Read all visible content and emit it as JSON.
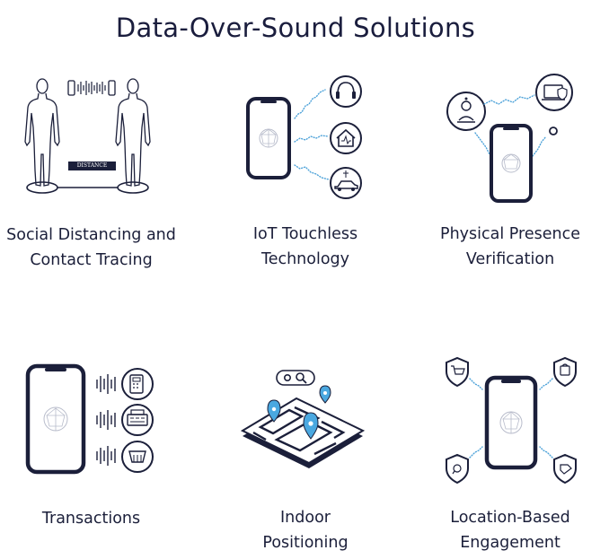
{
  "page_title": "Data-Over-Sound Solutions",
  "solutions": [
    {
      "line1": "Social Distancing and",
      "line2": "Contact Tracing",
      "badge": "DISTANCE"
    },
    {
      "line1": "IoT Touchless",
      "line2": "Technology"
    },
    {
      "line1": "Physical Presence",
      "line2": "Verification"
    },
    {
      "line1": "Transactions",
      "line2": ""
    },
    {
      "line1": "Indoor",
      "line2": "Positioning"
    },
    {
      "line1": "Location-Based",
      "line2": "Engagement"
    }
  ],
  "colors": {
    "navy": "#1b1f3a",
    "wave_blue": "#4fa3d9",
    "pin_blue": "#4aa8e0"
  }
}
